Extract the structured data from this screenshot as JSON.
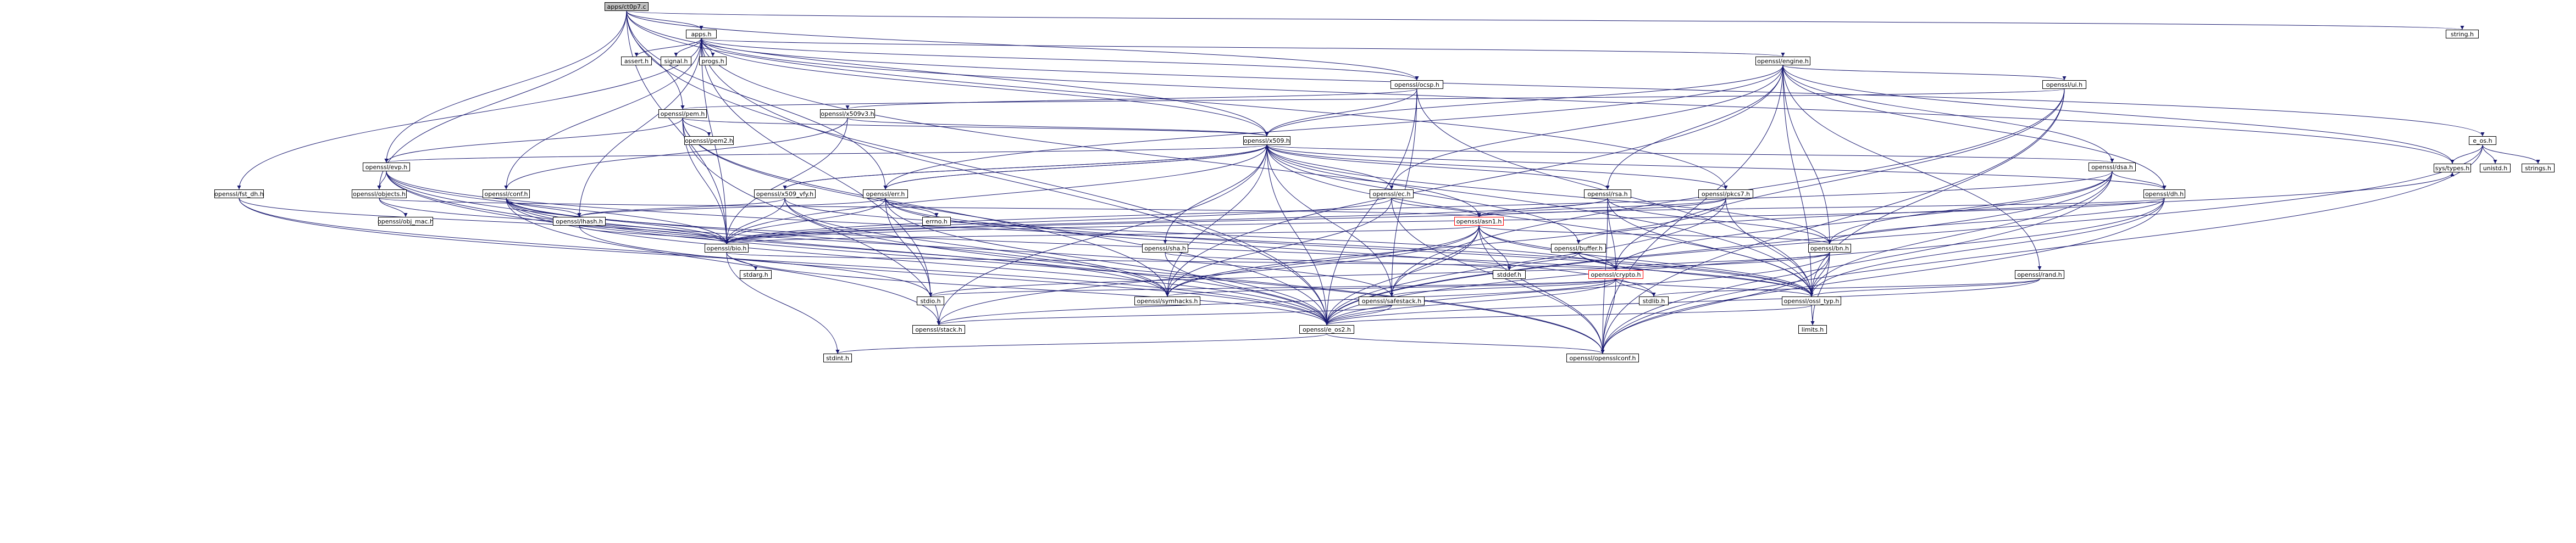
{
  "graph": {
    "nodes": {
      "n_root": "apps/ct0p7.c",
      "n_apps": "apps.h",
      "n_string": "string.h",
      "n_assert": "assert.h",
      "n_signal": "signal.h",
      "n_progs": "progs.h",
      "n_engine": "openssl/engine.h",
      "n_ocsp": "openssl/ocsp.h",
      "n_ui": "openssl/ui.h",
      "n_pem": "openssl/pem.h",
      "n_x509v3": "openssl/x509v3.h",
      "n_pem2": "openssl/pem2.h",
      "n_x509": "openssl/x509.h",
      "n_dsa": "openssl/dsa.h",
      "n_evp": "openssl/evp.h",
      "n_fiddt": "openssl/fst_dh.h",
      "n_objects": "openssl/objects.h",
      "n_objmac": "openssl/obj_mac.h",
      "n_conf": "openssl/conf.h",
      "n_x509vfy": "openssl/x509_vfy.h",
      "n_lhash": "openssl/lhash.h",
      "n_bio": "openssl/bio.h",
      "n_stdarg": "stdarg.h",
      "n_err": "openssl/err.h",
      "n_errno": "errno.h",
      "n_ec": "openssl/ec.h",
      "n_rsa": "openssl/rsa.h",
      "n_pkcs7": "openssl/pkcs7.h",
      "n_dh": "openssl/dh.h",
      "n_asn1": "openssl/asn1.h",
      "n_bn": "openssl/bn.h",
      "n_sha": "openssl/sha.h",
      "n_buffer": "openssl/buffer.h",
      "n_stddef": "stddef.h",
      "n_crypto": "openssl/crypto.h",
      "n_stdio": "stdio.h",
      "n_symhacks": "openssl/symhacks.h",
      "n_safestack": "openssl/safestack.h",
      "n_stdlib": "stdlib.h",
      "n_stack": "openssl/stack.h",
      "n_e_os2": "openssl/e_os2.h",
      "n_rand": "openssl/rand.h",
      "n_ossltyp": "openssl/ossl_typ.h",
      "n_limits": "limits.h",
      "n_stdint": "stdint.h",
      "n_opensslconf": "openssl/opensslconf.h",
      "n_eos": "e_os.h",
      "n_systypes": "sys/types.h",
      "n_unistd": "unistd.h",
      "n_strings": "strings.h"
    },
    "edges": [
      [
        "n_root",
        "n_apps"
      ],
      [
        "n_root",
        "n_string"
      ],
      [
        "n_root",
        "n_pem"
      ],
      [
        "n_root",
        "n_x509"
      ],
      [
        "n_root",
        "n_evp"
      ],
      [
        "n_root",
        "n_err"
      ],
      [
        "n_root",
        "n_objects"
      ],
      [
        "n_root",
        "n_bio"
      ],
      [
        "n_root",
        "n_ocsp"
      ],
      [
        "n_root",
        "n_e_os2"
      ],
      [
        "n_root",
        "n_pkcs7"
      ],
      [
        "n_apps",
        "n_assert"
      ],
      [
        "n_apps",
        "n_signal"
      ],
      [
        "n_apps",
        "n_progs"
      ],
      [
        "n_apps",
        "n_engine"
      ],
      [
        "n_apps",
        "n_ocsp"
      ],
      [
        "n_apps",
        "n_conf"
      ],
      [
        "n_apps",
        "n_x509"
      ],
      [
        "n_apps",
        "n_lhash"
      ],
      [
        "n_apps",
        "n_fiddt"
      ],
      [
        "n_apps",
        "n_eos"
      ],
      [
        "n_apps",
        "n_systypes"
      ],
      [
        "n_apps",
        "n_bio"
      ],
      [
        "n_apps",
        "n_e_os2"
      ],
      [
        "n_apps",
        "n_ossltyp"
      ],
      [
        "n_apps",
        "n_stdio"
      ],
      [
        "n_engine",
        "n_ui"
      ],
      [
        "n_engine",
        "n_x509"
      ],
      [
        "n_engine",
        "n_err"
      ],
      [
        "n_engine",
        "n_ec"
      ],
      [
        "n_engine",
        "n_rsa"
      ],
      [
        "n_engine",
        "n_dsa"
      ],
      [
        "n_engine",
        "n_dh"
      ],
      [
        "n_engine",
        "n_bn"
      ],
      [
        "n_engine",
        "n_rand"
      ],
      [
        "n_engine",
        "n_symhacks"
      ],
      [
        "n_engine",
        "n_ossltyp"
      ],
      [
        "n_engine",
        "n_opensslconf"
      ],
      [
        "n_engine",
        "n_systypes"
      ],
      [
        "n_ocsp",
        "n_x509v3"
      ],
      [
        "n_ocsp",
        "n_x509"
      ],
      [
        "n_ocsp",
        "n_safestack"
      ],
      [
        "n_ocsp",
        "n_ossltyp"
      ],
      [
        "n_ocsp",
        "n_e_os2"
      ],
      [
        "n_ui",
        "n_pem"
      ],
      [
        "n_ui",
        "n_crypto"
      ],
      [
        "n_ui",
        "n_safestack"
      ],
      [
        "n_ui",
        "n_ossltyp"
      ],
      [
        "n_ui",
        "n_opensslconf"
      ],
      [
        "n_pem",
        "n_pem2"
      ],
      [
        "n_pem",
        "n_x509"
      ],
      [
        "n_pem",
        "n_evp"
      ],
      [
        "n_pem",
        "n_bio"
      ],
      [
        "n_pem",
        "n_stack"
      ],
      [
        "n_pem",
        "n_symhacks"
      ],
      [
        "n_pem",
        "n_e_os2"
      ],
      [
        "n_x509v3",
        "n_x509"
      ],
      [
        "n_x509v3",
        "n_bio"
      ],
      [
        "n_x509v3",
        "n_conf"
      ],
      [
        "n_x509",
        "n_dsa"
      ],
      [
        "n_x509",
        "n_evp"
      ],
      [
        "n_x509",
        "n_ec"
      ],
      [
        "n_x509",
        "n_rsa"
      ],
      [
        "n_x509",
        "n_pkcs7"
      ],
      [
        "n_x509",
        "n_dh"
      ],
      [
        "n_x509",
        "n_sha"
      ],
      [
        "n_x509",
        "n_buffer"
      ],
      [
        "n_x509",
        "n_x509vfy"
      ],
      [
        "n_x509",
        "n_err"
      ],
      [
        "n_x509",
        "n_bio"
      ],
      [
        "n_x509",
        "n_asn1"
      ],
      [
        "n_x509",
        "n_bn"
      ],
      [
        "n_x509",
        "n_symhacks"
      ],
      [
        "n_x509",
        "n_ossltyp"
      ],
      [
        "n_x509",
        "n_stack"
      ],
      [
        "n_x509",
        "n_e_os2"
      ],
      [
        "n_x509",
        "n_safestack"
      ],
      [
        "n_dsa",
        "n_dh"
      ],
      [
        "n_dsa",
        "n_bn"
      ],
      [
        "n_dsa",
        "n_crypto"
      ],
      [
        "n_dsa",
        "n_bio"
      ],
      [
        "n_dsa",
        "n_ossltyp"
      ],
      [
        "n_dsa",
        "n_e_os2"
      ],
      [
        "n_dsa",
        "n_opensslconf"
      ],
      [
        "n_evp",
        "n_objects"
      ],
      [
        "n_evp",
        "n_bio"
      ],
      [
        "n_evp",
        "n_symhacks"
      ],
      [
        "n_evp",
        "n_ossltyp"
      ],
      [
        "n_evp",
        "n_e_os2"
      ],
      [
        "n_evp",
        "n_opensslconf"
      ],
      [
        "n_fiddt",
        "n_bio"
      ],
      [
        "n_fiddt",
        "n_e_os2"
      ],
      [
        "n_fiddt",
        "n_stdio"
      ],
      [
        "n_objects",
        "n_objmac"
      ],
      [
        "n_objects",
        "n_asn1"
      ],
      [
        "n_objects",
        "n_bio"
      ],
      [
        "n_conf",
        "n_lhash"
      ],
      [
        "n_conf",
        "n_bio"
      ],
      [
        "n_conf",
        "n_stack"
      ],
      [
        "n_conf",
        "n_safestack"
      ],
      [
        "n_conf",
        "n_e_os2"
      ],
      [
        "n_conf",
        "n_ossltyp"
      ],
      [
        "n_conf",
        "n_symhacks"
      ],
      [
        "n_x509vfy",
        "n_x509"
      ],
      [
        "n_x509vfy",
        "n_lhash"
      ],
      [
        "n_x509vfy",
        "n_bio"
      ],
      [
        "n_x509vfy",
        "n_crypto"
      ],
      [
        "n_x509vfy",
        "n_symhacks"
      ],
      [
        "n_x509vfy",
        "n_opensslconf"
      ],
      [
        "n_lhash",
        "n_bio"
      ],
      [
        "n_lhash",
        "n_e_os2"
      ],
      [
        "n_bio",
        "n_stdarg"
      ],
      [
        "n_bio",
        "n_crypto"
      ],
      [
        "n_bio",
        "n_e_os2"
      ],
      [
        "n_bio",
        "n_stdint"
      ],
      [
        "n_err",
        "n_x509"
      ],
      [
        "n_err",
        "n_errno"
      ],
      [
        "n_err",
        "n_lhash"
      ],
      [
        "n_err",
        "n_bio"
      ],
      [
        "n_err",
        "n_ossltyp"
      ],
      [
        "n_err",
        "n_e_os2"
      ],
      [
        "n_err",
        "n_stdlib"
      ],
      [
        "n_err",
        "n_stdio"
      ],
      [
        "n_ec",
        "n_asn1"
      ],
      [
        "n_ec",
        "n_symhacks"
      ],
      [
        "n_ec",
        "n_opensslconf"
      ],
      [
        "n_ec",
        "n_bio"
      ],
      [
        "n_rsa",
        "n_asn1"
      ],
      [
        "n_rsa",
        "n_bn"
      ],
      [
        "n_rsa",
        "n_bio"
      ],
      [
        "n_rsa",
        "n_crypto"
      ],
      [
        "n_rsa",
        "n_ossltyp"
      ],
      [
        "n_rsa",
        "n_opensslconf"
      ],
      [
        "n_pkcs7",
        "n_asn1"
      ],
      [
        "n_pkcs7",
        "n_bio"
      ],
      [
        "n_pkcs7",
        "n_symhacks"
      ],
      [
        "n_pkcs7",
        "n_ossltyp"
      ],
      [
        "n_pkcs7",
        "n_e_os2"
      ],
      [
        "n_dh",
        "n_asn1"
      ],
      [
        "n_dh",
        "n_bn"
      ],
      [
        "n_dh",
        "n_bio"
      ],
      [
        "n_dh",
        "n_ossltyp"
      ],
      [
        "n_dh",
        "n_e_os2"
      ],
      [
        "n_dh",
        "n_opensslconf"
      ],
      [
        "n_asn1",
        "n_bio"
      ],
      [
        "n_asn1",
        "n_bn"
      ],
      [
        "n_asn1",
        "n_stack"
      ],
      [
        "n_asn1",
        "n_safestack"
      ],
      [
        "n_asn1",
        "n_symhacks"
      ],
      [
        "n_asn1",
        "n_ossltyp"
      ],
      [
        "n_asn1",
        "n_e_os2"
      ],
      [
        "n_asn1",
        "n_opensslconf"
      ],
      [
        "n_asn1",
        "n_stddef"
      ],
      [
        "n_asn1",
        "n_crypto"
      ],
      [
        "n_bn",
        "n_crypto"
      ],
      [
        "n_bn",
        "n_ossltyp"
      ],
      [
        "n_bn",
        "n_e_os2"
      ],
      [
        "n_bn",
        "n_opensslconf"
      ],
      [
        "n_bn",
        "n_limits"
      ],
      [
        "n_bn",
        "n_stdio"
      ],
      [
        "n_sha",
        "n_e_os2"
      ],
      [
        "n_sha",
        "n_stddef"
      ],
      [
        "n_buffer",
        "n_ossltyp"
      ],
      [
        "n_buffer",
        "n_stddef"
      ],
      [
        "n_buffer",
        "n_crypto"
      ],
      [
        "n_buffer",
        "n_systypes"
      ],
      [
        "n_crypto",
        "n_stdlib"
      ],
      [
        "n_crypto",
        "n_e_os2"
      ],
      [
        "n_crypto",
        "n_stack"
      ],
      [
        "n_crypto",
        "n_safestack"
      ],
      [
        "n_crypto",
        "n_opensslconf"
      ],
      [
        "n_crypto",
        "n_ossltyp"
      ],
      [
        "n_crypto",
        "n_symhacks"
      ],
      [
        "n_crypto",
        "n_stdio"
      ],
      [
        "n_safestack",
        "n_stack"
      ],
      [
        "n_safestack",
        "n_e_os2"
      ],
      [
        "n_rand",
        "n_ossltyp"
      ],
      [
        "n_rand",
        "n_e_os2"
      ],
      [
        "n_rand",
        "n_stdlib"
      ],
      [
        "n_ossltyp",
        "n_e_os2"
      ],
      [
        "n_ossltyp",
        "n_limits"
      ],
      [
        "n_e_os2",
        "n_opensslconf"
      ],
      [
        "n_e_os2",
        "n_stdint"
      ],
      [
        "n_eos",
        "n_e_os2"
      ],
      [
        "n_eos",
        "n_opensslconf"
      ],
      [
        "n_eos",
        "n_systypes"
      ],
      [
        "n_eos",
        "n_unistd"
      ],
      [
        "n_eos",
        "n_strings"
      ]
    ]
  }
}
